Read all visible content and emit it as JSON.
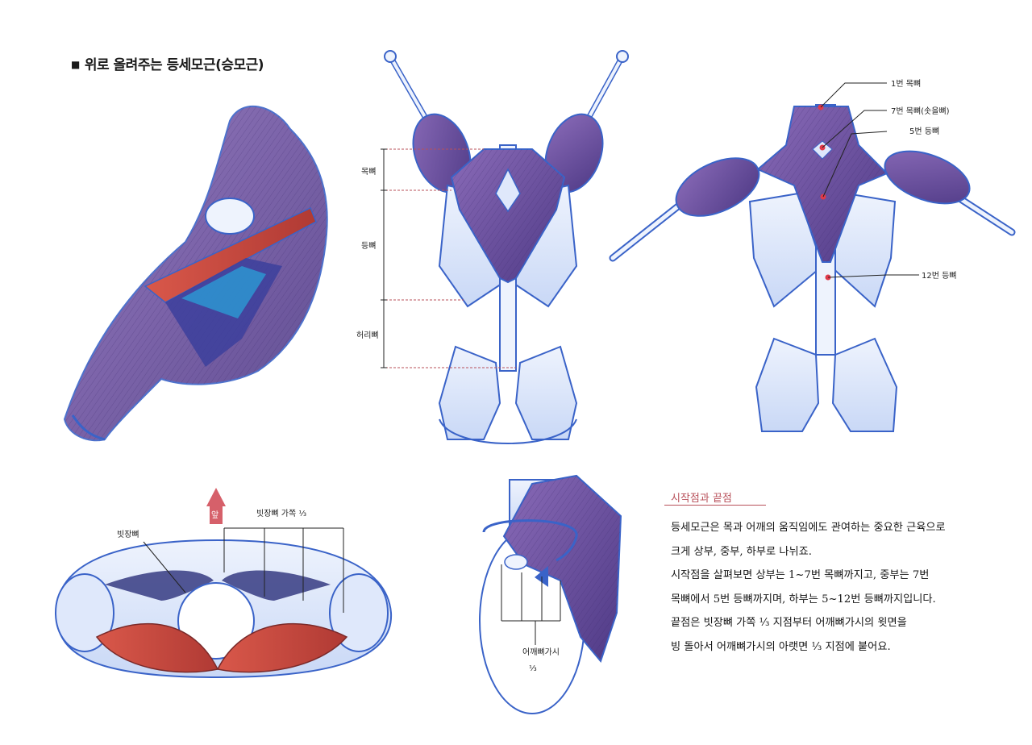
{
  "heading": {
    "marker": "■",
    "title": "위로 올려주는 등세모근(승모근)"
  },
  "front_spine_labels": {
    "neck": "목뼈",
    "thoracic": "등뼈",
    "lumbar": "허리뼈"
  },
  "back_view_callouts": {
    "c1": "1번 목뼈",
    "c7": "7번 목뼈(솟을뼈)",
    "t5": "5번 등뼈",
    "t12": "12번 등뼈"
  },
  "top_view": {
    "front_marker": "앞",
    "clavicle_label": "빗장뼈",
    "clavicle_third": "빗장뼈 가쪽 ⅓"
  },
  "side_view": {
    "spine_label": "어깨뼈가시",
    "fraction": "⅓"
  },
  "section": {
    "title": "시작점과 끝점",
    "lines": [
      "등세모근은 목과 어깨의 움직임에도 관여하는 중요한 근육으로",
      "크게 상부, 중부, 하부로 나뉘죠.",
      "시작점을 살펴보면 상부는 1~7번 목뼈까지고, 중부는 7번",
      "목뼈에서 5번 등뼈까지며, 하부는 5~12번 등뼈까지입니다.",
      "끝점은 빗장뼈 가쪽 ⅓ 지점부터 어깨뼈가시의 윗면을",
      "빙 돌아서 어깨뼈가시의 아랫면 ⅓ 지점에 붙어요."
    ]
  },
  "colors": {
    "bone_outline": "#3a63c8",
    "bone_fill": "#dfe8fb",
    "muscle_purple": "#6a4f9c",
    "muscle_red": "#c8463c",
    "accent_pink": "#b8505a",
    "marker_red": "#e03a4a"
  }
}
